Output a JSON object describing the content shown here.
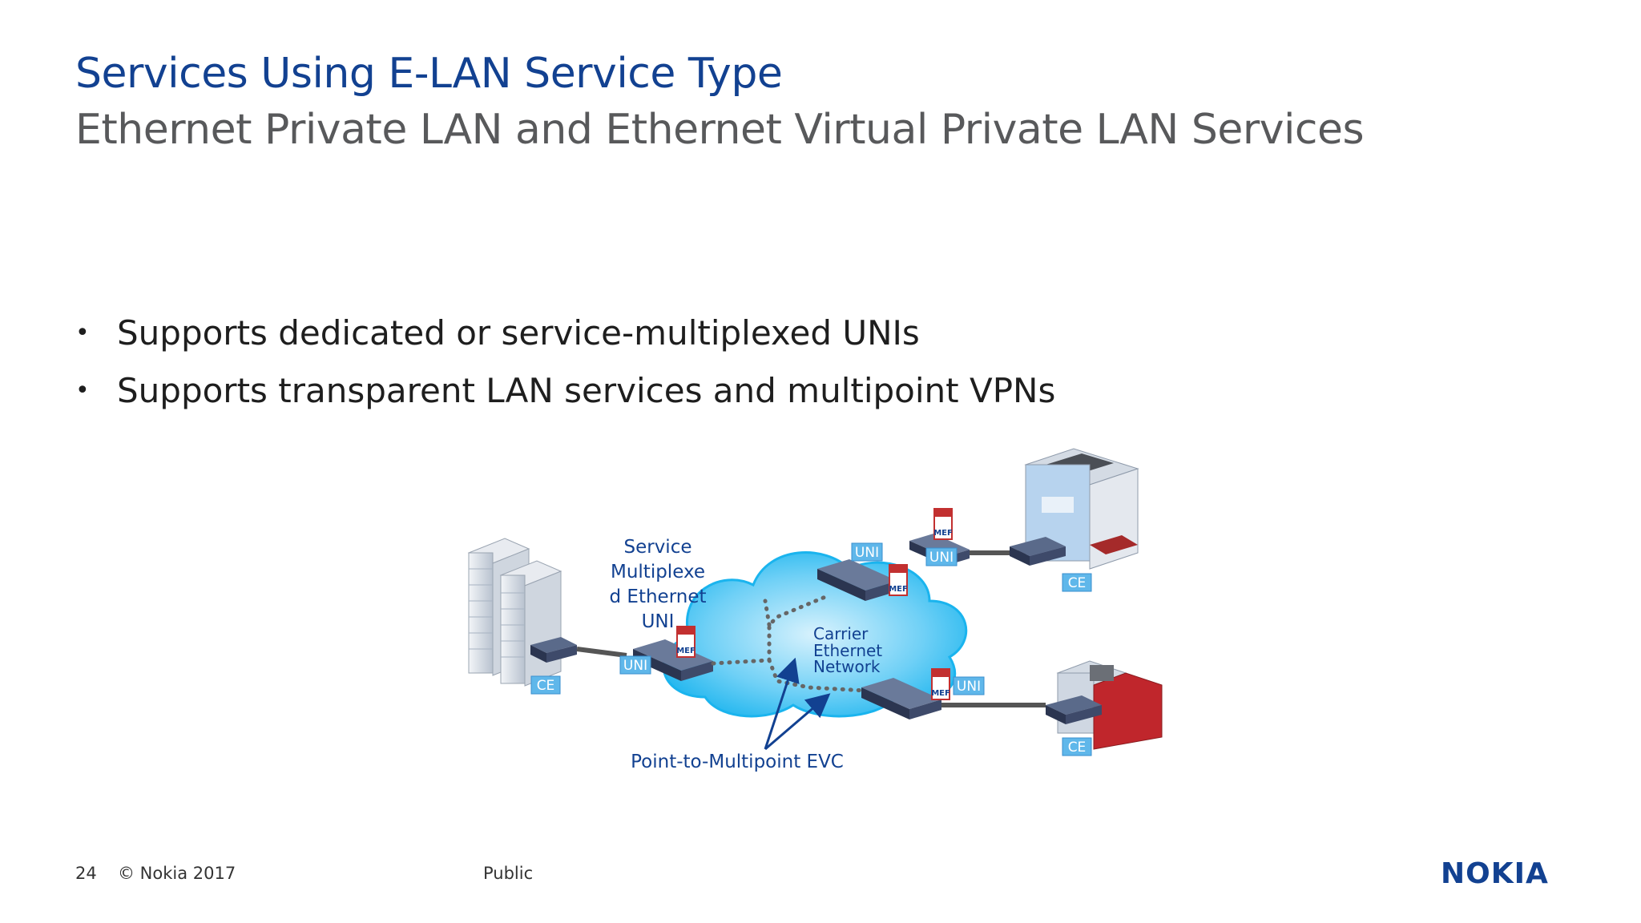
{
  "title": "Services Using E-LAN Service Type",
  "subtitle": "Ethernet Private LAN and Ethernet Virtual Private LAN Services",
  "bullets": [
    "Supports dedicated or service-multiplexed UNIs",
    "Supports transparent LAN services and multipoint VPNs"
  ],
  "diagram": {
    "service_label_lines": [
      "Service",
      "Multiplexe",
      "d Ethernet",
      "UNI"
    ],
    "cloud_label_lines": [
      "Carrier",
      "Ethernet",
      "Network"
    ],
    "evc_label": "Point-to-Multipoint EVC",
    "uni_tag": "UNI",
    "ce_tag": "CE",
    "mef_badge": "MEF"
  },
  "footer": {
    "page_number": "24",
    "copyright": "© Nokia 2017",
    "classification": "Public"
  },
  "logo_text": "NOKIA",
  "colors": {
    "title": "#124191",
    "subtitle": "#58595b",
    "cloud": "#1ab4ee",
    "tag_bg": "#5fb7ea",
    "tag_text": "#ffffff",
    "evc_line": "#666666",
    "arrow": "#124191"
  }
}
